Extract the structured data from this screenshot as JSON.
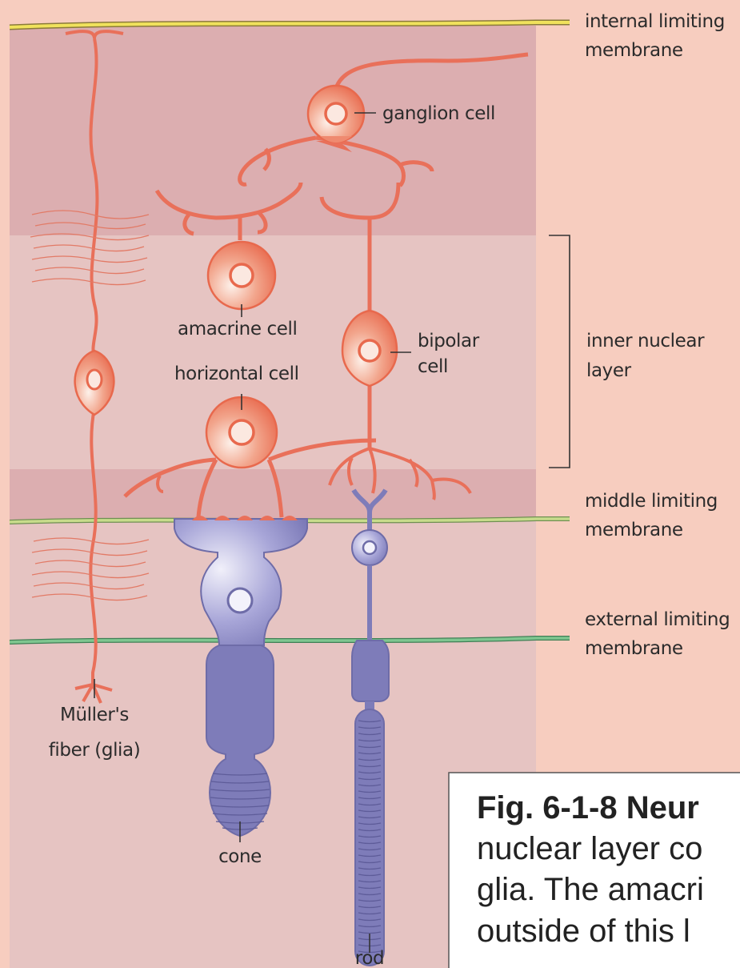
{
  "labels": {
    "internal_limiting_membrane": [
      "internal limiting",
      "membrane"
    ],
    "ganglion_cell": "ganglion cell",
    "amacrine_cell": "amacrine cell",
    "bipolar_cell": [
      "bipolar",
      "cell"
    ],
    "horizontal_cell": "horizontal cell",
    "inner_nuclear_layer": [
      "inner nuclear",
      "layer"
    ],
    "middle_limiting_membrane": [
      "middle limiting",
      "membrane"
    ],
    "external_limiting_membrane": [
      "external limiting",
      "membrane"
    ],
    "muller_fiber": [
      "Müller's",
      "fiber (glia)"
    ],
    "cone": "cone",
    "rod": "rod"
  },
  "caption": {
    "bold": "Fig. 6-1-8  Neur",
    "line2": "nuclear layer co",
    "line3": "glia. The amacri",
    "line4": "outside of this l"
  },
  "colors": {
    "background": "#f7cdbf",
    "plexiform_layer": "#dcaeb0",
    "nuclear_layer": "#e6c4c2",
    "neuron": "#ee8066",
    "photoreceptor": "#7e7cb9",
    "internal_membrane": "#efe05a",
    "middle_membrane": "#c2d88a",
    "external_membrane": "#7cc28d"
  }
}
